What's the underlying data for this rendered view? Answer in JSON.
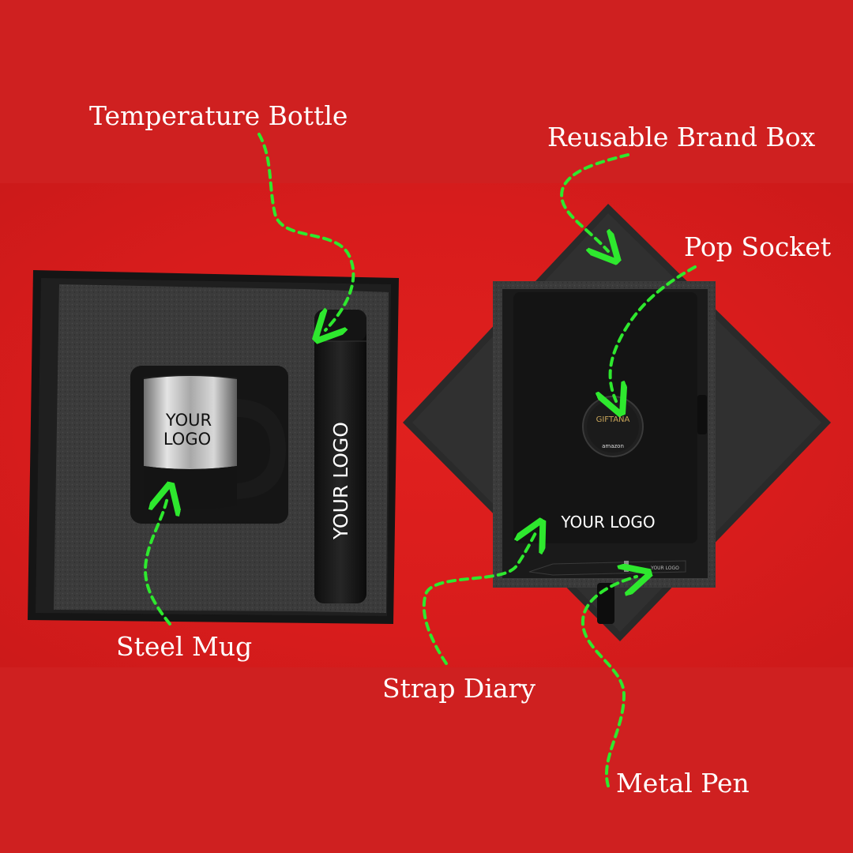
{
  "labels": {
    "temperature_bottle": "Temperature Bottle",
    "reusable_brand_box": "Reusable Brand Box",
    "pop_socket": "Pop Socket",
    "steel_mug": "Steel Mug",
    "strap_diary": "Strap Diary",
    "metal_pen": "Metal Pen"
  },
  "product_text": {
    "mug_logo_line1": "YOUR",
    "mug_logo_line2": "LOGO",
    "bottle_logo": "YOUR LOGO",
    "diary_logo": "YOUR LOGO",
    "pen_logo": "YOUR LOGO",
    "pop_socket_brand": "GIFTANA",
    "pop_socket_sub": "amazon"
  },
  "colors": {
    "background": "#cf2020",
    "arrow": "#2ee82e",
    "box": "#1c1c1c",
    "foam": "#3a3a3a"
  }
}
